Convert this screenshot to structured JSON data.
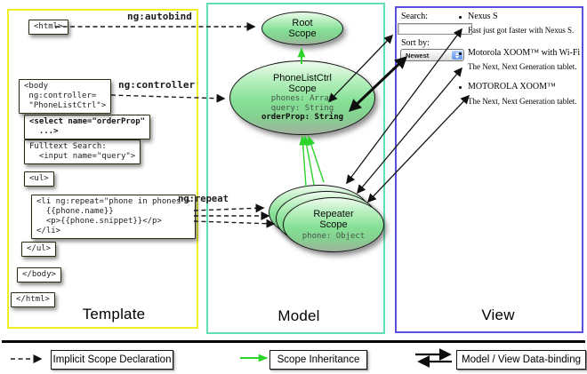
{
  "columns": {
    "template_label": "Template",
    "model_label": "Model",
    "view_label": "View"
  },
  "template_boxes": {
    "html_open": {
      "l1": "<html>"
    },
    "body_open": {
      "l1": "<body",
      "l2": " ng:controller=",
      "l3": " \"PhoneListCtrl\">"
    },
    "select": {
      "l1": "<select name=\"orderProp\"",
      "l2": "  ...>"
    },
    "fulltext": {
      "l1": "Fulltext Search:",
      "l2": "  <input name=\"query\">"
    },
    "ul_open": {
      "l1": "<ul>"
    },
    "li_repeat": {
      "l1": "<li ng:repeat=\"phone in phones\">",
      "l2": "  {{phone.name}}",
      "l3": "  <p>{{phone.snippet}}</p>",
      "l4": "</li>"
    },
    "ul_close": {
      "l1": "</ul>"
    },
    "body_close": {
      "l1": "</body>"
    },
    "html_close": {
      "l1": "</html>"
    }
  },
  "directives": {
    "autobind": "ng:autobind",
    "controller": "ng:controller",
    "repeat": "ng:repeat"
  },
  "scopes": {
    "root": {
      "title": "Root",
      "subtitle": "Scope"
    },
    "phonelist": {
      "title": "PhoneListCtrl",
      "subtitle": "Scope",
      "prop1": "phones: Array",
      "prop2": "query: String",
      "prop3": "orderProp: String"
    },
    "repeater": {
      "title": "Repeater",
      "subtitle": "Scope",
      "prop1": "phone: Object"
    }
  },
  "view": {
    "search_label": "Search:",
    "search_value": "",
    "sort_label": "Sort by:",
    "sort_value": "Newest",
    "items": [
      {
        "title": "Nexus S",
        "desc": "Fast just got faster with Nexus S."
      },
      {
        "title": "Motorola XOOM™ with Wi-Fi",
        "desc": "The Next, Next Generation tablet."
      },
      {
        "title": "MOTOROLA XOOM™",
        "desc": "The Next, Next Generation tablet."
      }
    ]
  },
  "legend": {
    "implicit": "Implicit Scope Declaration",
    "inheritance": "Scope Inheritance",
    "databinding": "Model / View Data-binding"
  },
  "colors": {
    "template_border": "#f0ee24",
    "model_border": "#5fe0b0",
    "view_border": "#5a50de",
    "code_box_fill": "#f5f554",
    "scope_fill": "#8ce49c",
    "inheritance_arrow": "#2bd32b"
  }
}
